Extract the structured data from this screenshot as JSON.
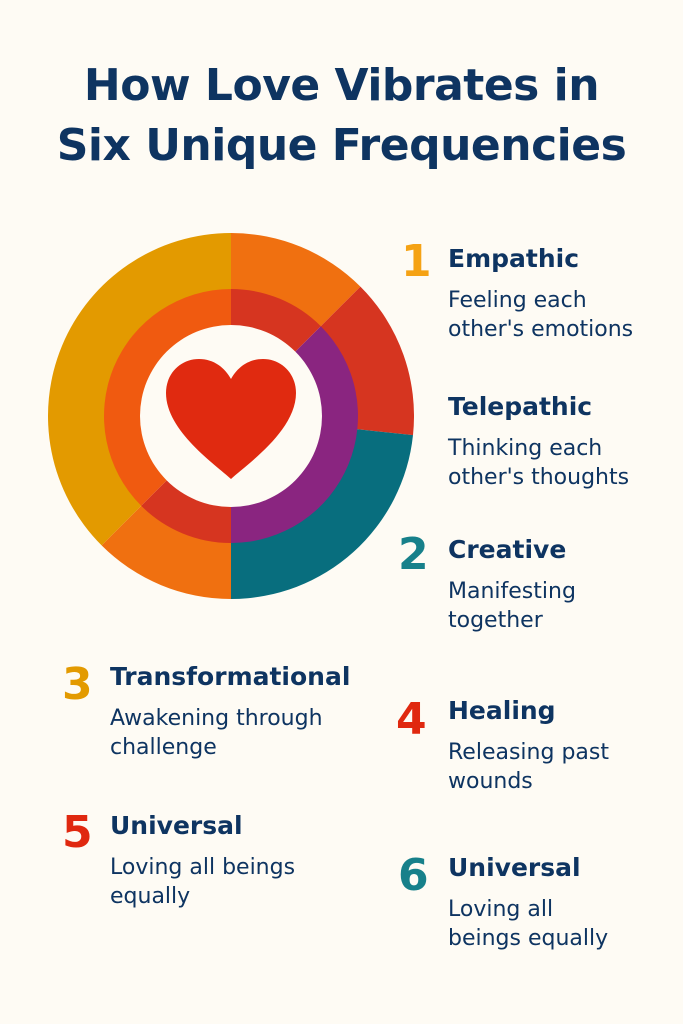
{
  "title": {
    "line1": "How Love Vibrates in",
    "line2": "Six Unique Frequencies"
  },
  "colors": {
    "background": "#FEFBF4",
    "text": "#0E3461",
    "gold": "#E39A00",
    "orange": "#F07010",
    "orange_inner": "#F05A10",
    "red": "#D63520",
    "teal": "#086E7E",
    "purple": "#8A2580",
    "heart": "#E02A10",
    "num1": "#F5A214",
    "num2": "#17808A",
    "num3": "#E39A00",
    "num4": "#E0280F",
    "num5": "#E0280F",
    "num6": "#17808A"
  },
  "diagram": {
    "center_icon": "heart-icon",
    "outer_ring": [
      {
        "from": 0,
        "to": 45,
        "color": "#F07010"
      },
      {
        "from": 45,
        "to": 96,
        "color": "#D63520"
      },
      {
        "from": 96,
        "to": 180,
        "color": "#086E7E"
      },
      {
        "from": 180,
        "to": 225,
        "color": "#F07010"
      },
      {
        "from": 225,
        "to": 360,
        "color": "#E39A00"
      }
    ],
    "inner_ring": [
      {
        "from": 0,
        "to": 45,
        "color": "#D63520"
      },
      {
        "from": 45,
        "to": 180,
        "color": "#8A2580"
      },
      {
        "from": 180,
        "to": 225,
        "color": "#D63520"
      },
      {
        "from": 225,
        "to": 360,
        "color": "#F05A10"
      }
    ]
  },
  "items": [
    {
      "number": "1",
      "heading": "Empathic",
      "desc_line1": "Feeling each",
      "desc_line2": "other's emotions"
    },
    {
      "number": "",
      "heading": "Telepathic",
      "desc_line1": "Thinking each",
      "desc_line2": "other's thoughts"
    },
    {
      "number": "2",
      "heading": "Creative",
      "desc_line1": "Manifesting",
      "desc_line2": "together"
    },
    {
      "number": "3",
      "heading": "Transformational",
      "desc_line1": "Awakening through",
      "desc_line2": "challenge"
    },
    {
      "number": "4",
      "heading": "Healing",
      "desc_line1": "Releasing past",
      "desc_line2": "wounds"
    },
    {
      "number": "5",
      "heading": "Universal",
      "desc_line1": "Loving all beings",
      "desc_line2": "equally"
    },
    {
      "number": "6",
      "heading": "Universal",
      "desc_line1": "Loving all",
      "desc_line2": "beings equally"
    }
  ]
}
